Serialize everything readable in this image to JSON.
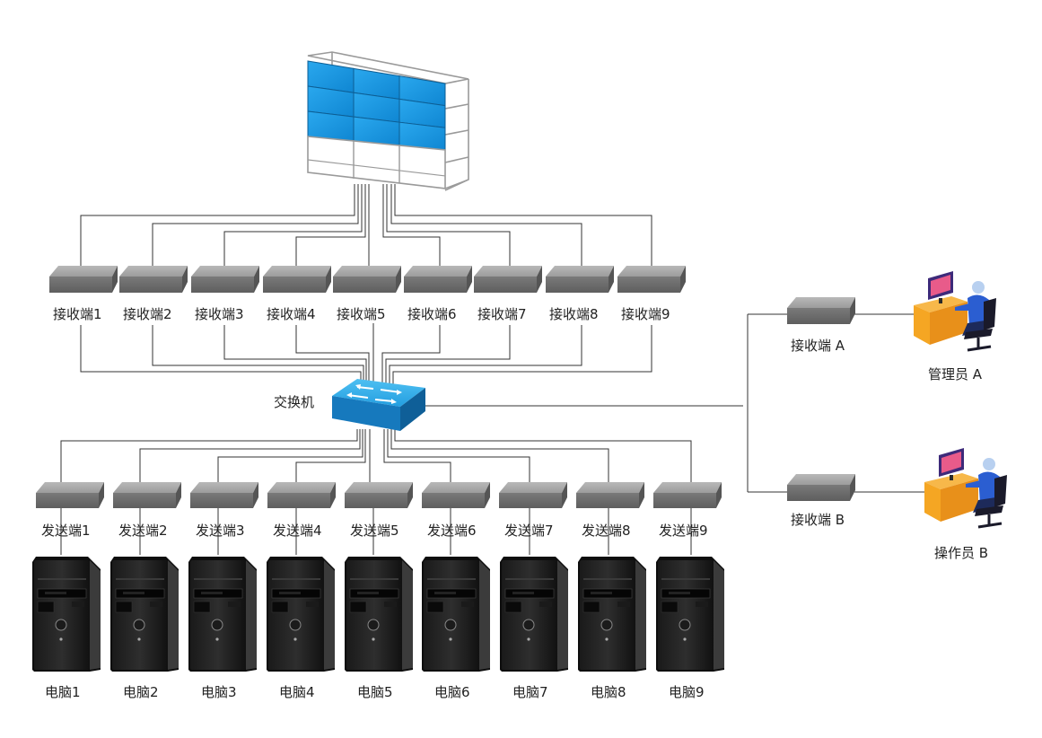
{
  "switch": {
    "label": "交换机"
  },
  "receivers": [
    "接收端1",
    "接收端2",
    "接收端3",
    "接收端4",
    "接收端5",
    "接收端6",
    "接收端7",
    "接收端8",
    "接收端9"
  ],
  "senders": [
    "发送端1",
    "发送端2",
    "发送端3",
    "发送端4",
    "发送端5",
    "发送端6",
    "发送端7",
    "发送端8",
    "发送端9"
  ],
  "computers": [
    "电脑1",
    "电脑2",
    "电脑3",
    "电脑4",
    "电脑5",
    "电脑6",
    "电脑7",
    "电脑8",
    "电脑9"
  ],
  "right_side": {
    "receiver_a": "接收端 A",
    "receiver_b": "接收端 B",
    "admin_a": "管理员 A",
    "operator_b": "操作员 B"
  },
  "colors": {
    "line": "#333333",
    "box_top": "#a9a9a9",
    "box_front": "#6d6d6d",
    "box_side": "#8a8a8a",
    "wall_screen": "#1c9be0",
    "switch_top": "#37b3ec",
    "switch_front": "#1a7fc4",
    "desk": "#f5a623",
    "person": "#2b5ed1"
  },
  "icons": {
    "video_wall": "video-wall-icon",
    "switch": "network-switch-icon",
    "box": "extender-box-icon",
    "computer": "pc-tower-icon",
    "workstation": "operator-workstation-icon"
  }
}
